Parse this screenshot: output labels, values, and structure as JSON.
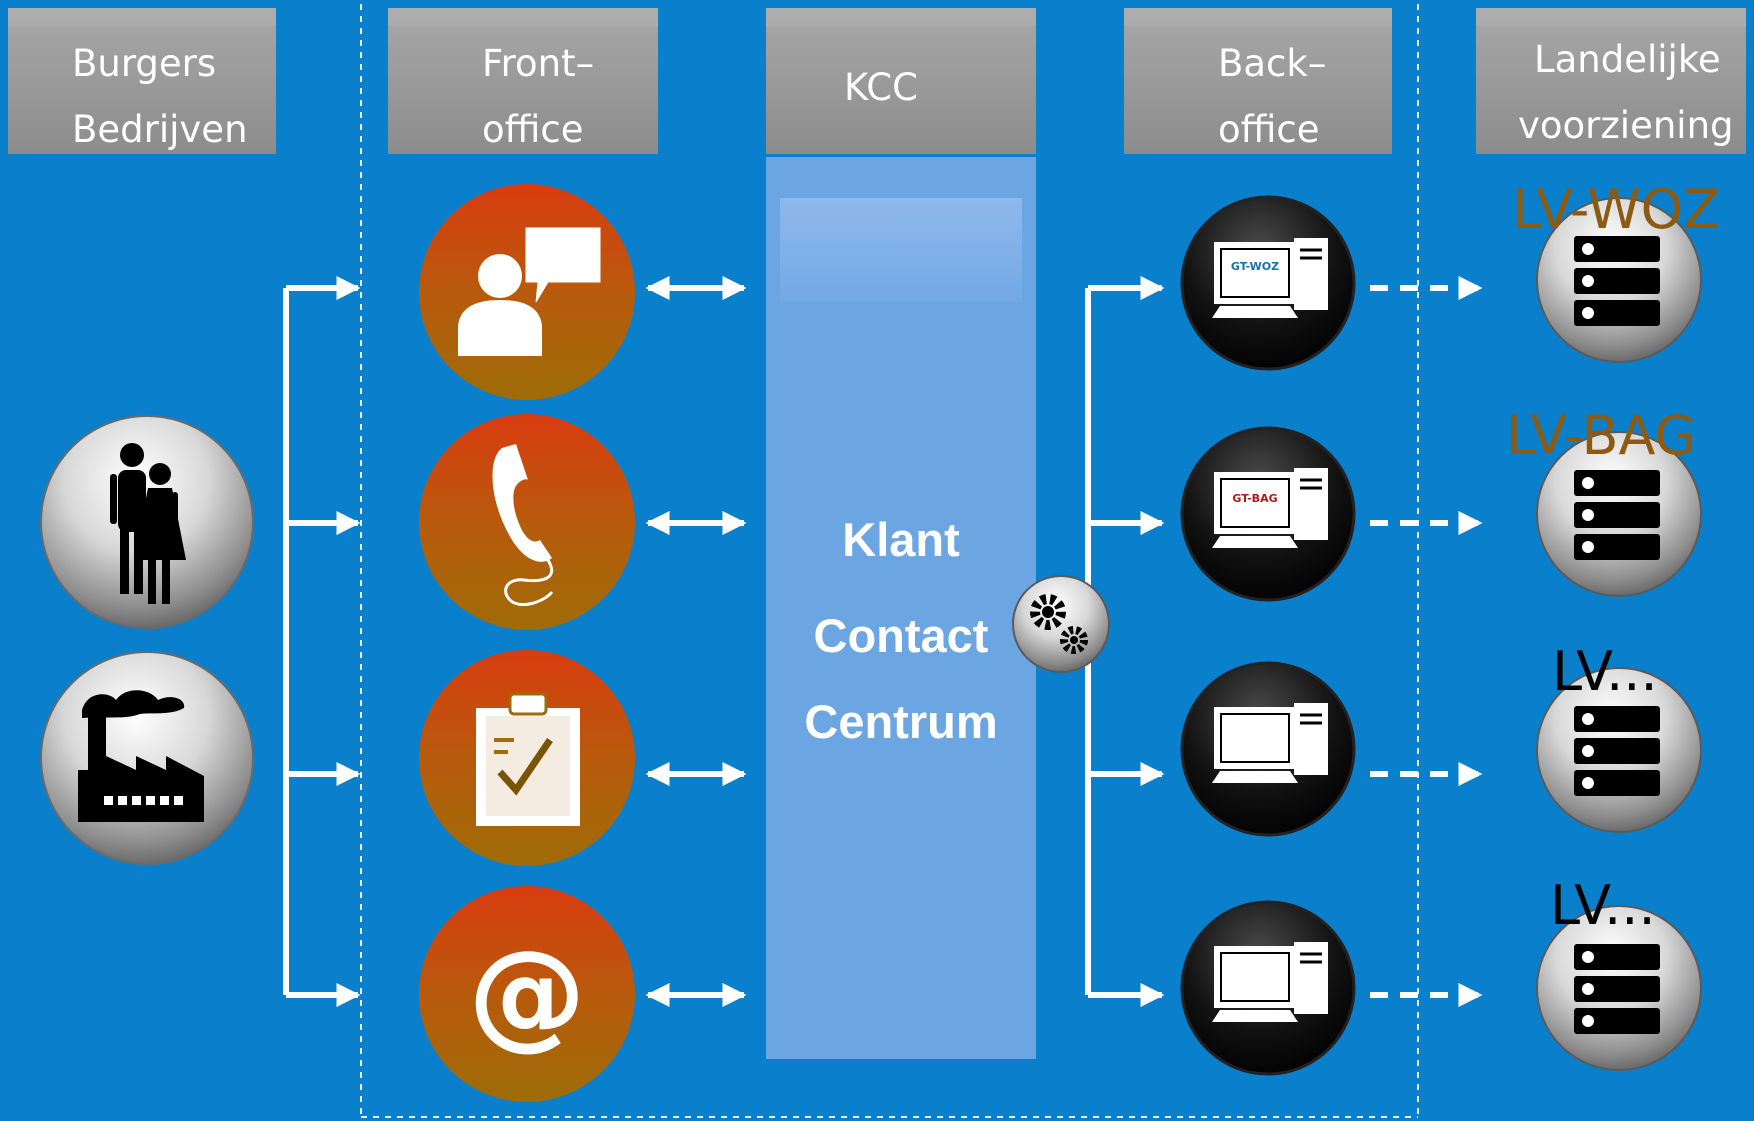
{
  "headers": {
    "burgers": {
      "line1": "Burgers",
      "line2": "Bedrijven"
    },
    "frontoffice": {
      "line1": "Front–",
      "line2": "office"
    },
    "kcc": {
      "line1": "KCC"
    },
    "backoffice": {
      "line1": "Back–",
      "line2": "office"
    },
    "landelijk": {
      "line1": "Landelijke",
      "line2": "voorziening"
    }
  },
  "kcc": {
    "line1": "Klant",
    "line2": "Contact",
    "line3": "Centrum"
  },
  "screens": {
    "woz": "GT-WOZ",
    "bag": "GT-BAG"
  },
  "lv_labels": [
    "LV-WOZ",
    "LV-BAG",
    "LV...",
    "LV..."
  ],
  "colors": {
    "background": "#0a80cc",
    "header": "#9c9c9c",
    "kcc": "#6ba6e2",
    "front_icon_top": "#d84010",
    "front_icon_bottom": "#9e6c08",
    "lv_gold": "#8c5a10"
  },
  "icons": [
    "people-icon",
    "factory-icon",
    "person-speech-icon",
    "phone-icon",
    "clipboard-check-icon",
    "at-email-icon",
    "gears-icon",
    "computer-icon",
    "server-icon"
  ]
}
